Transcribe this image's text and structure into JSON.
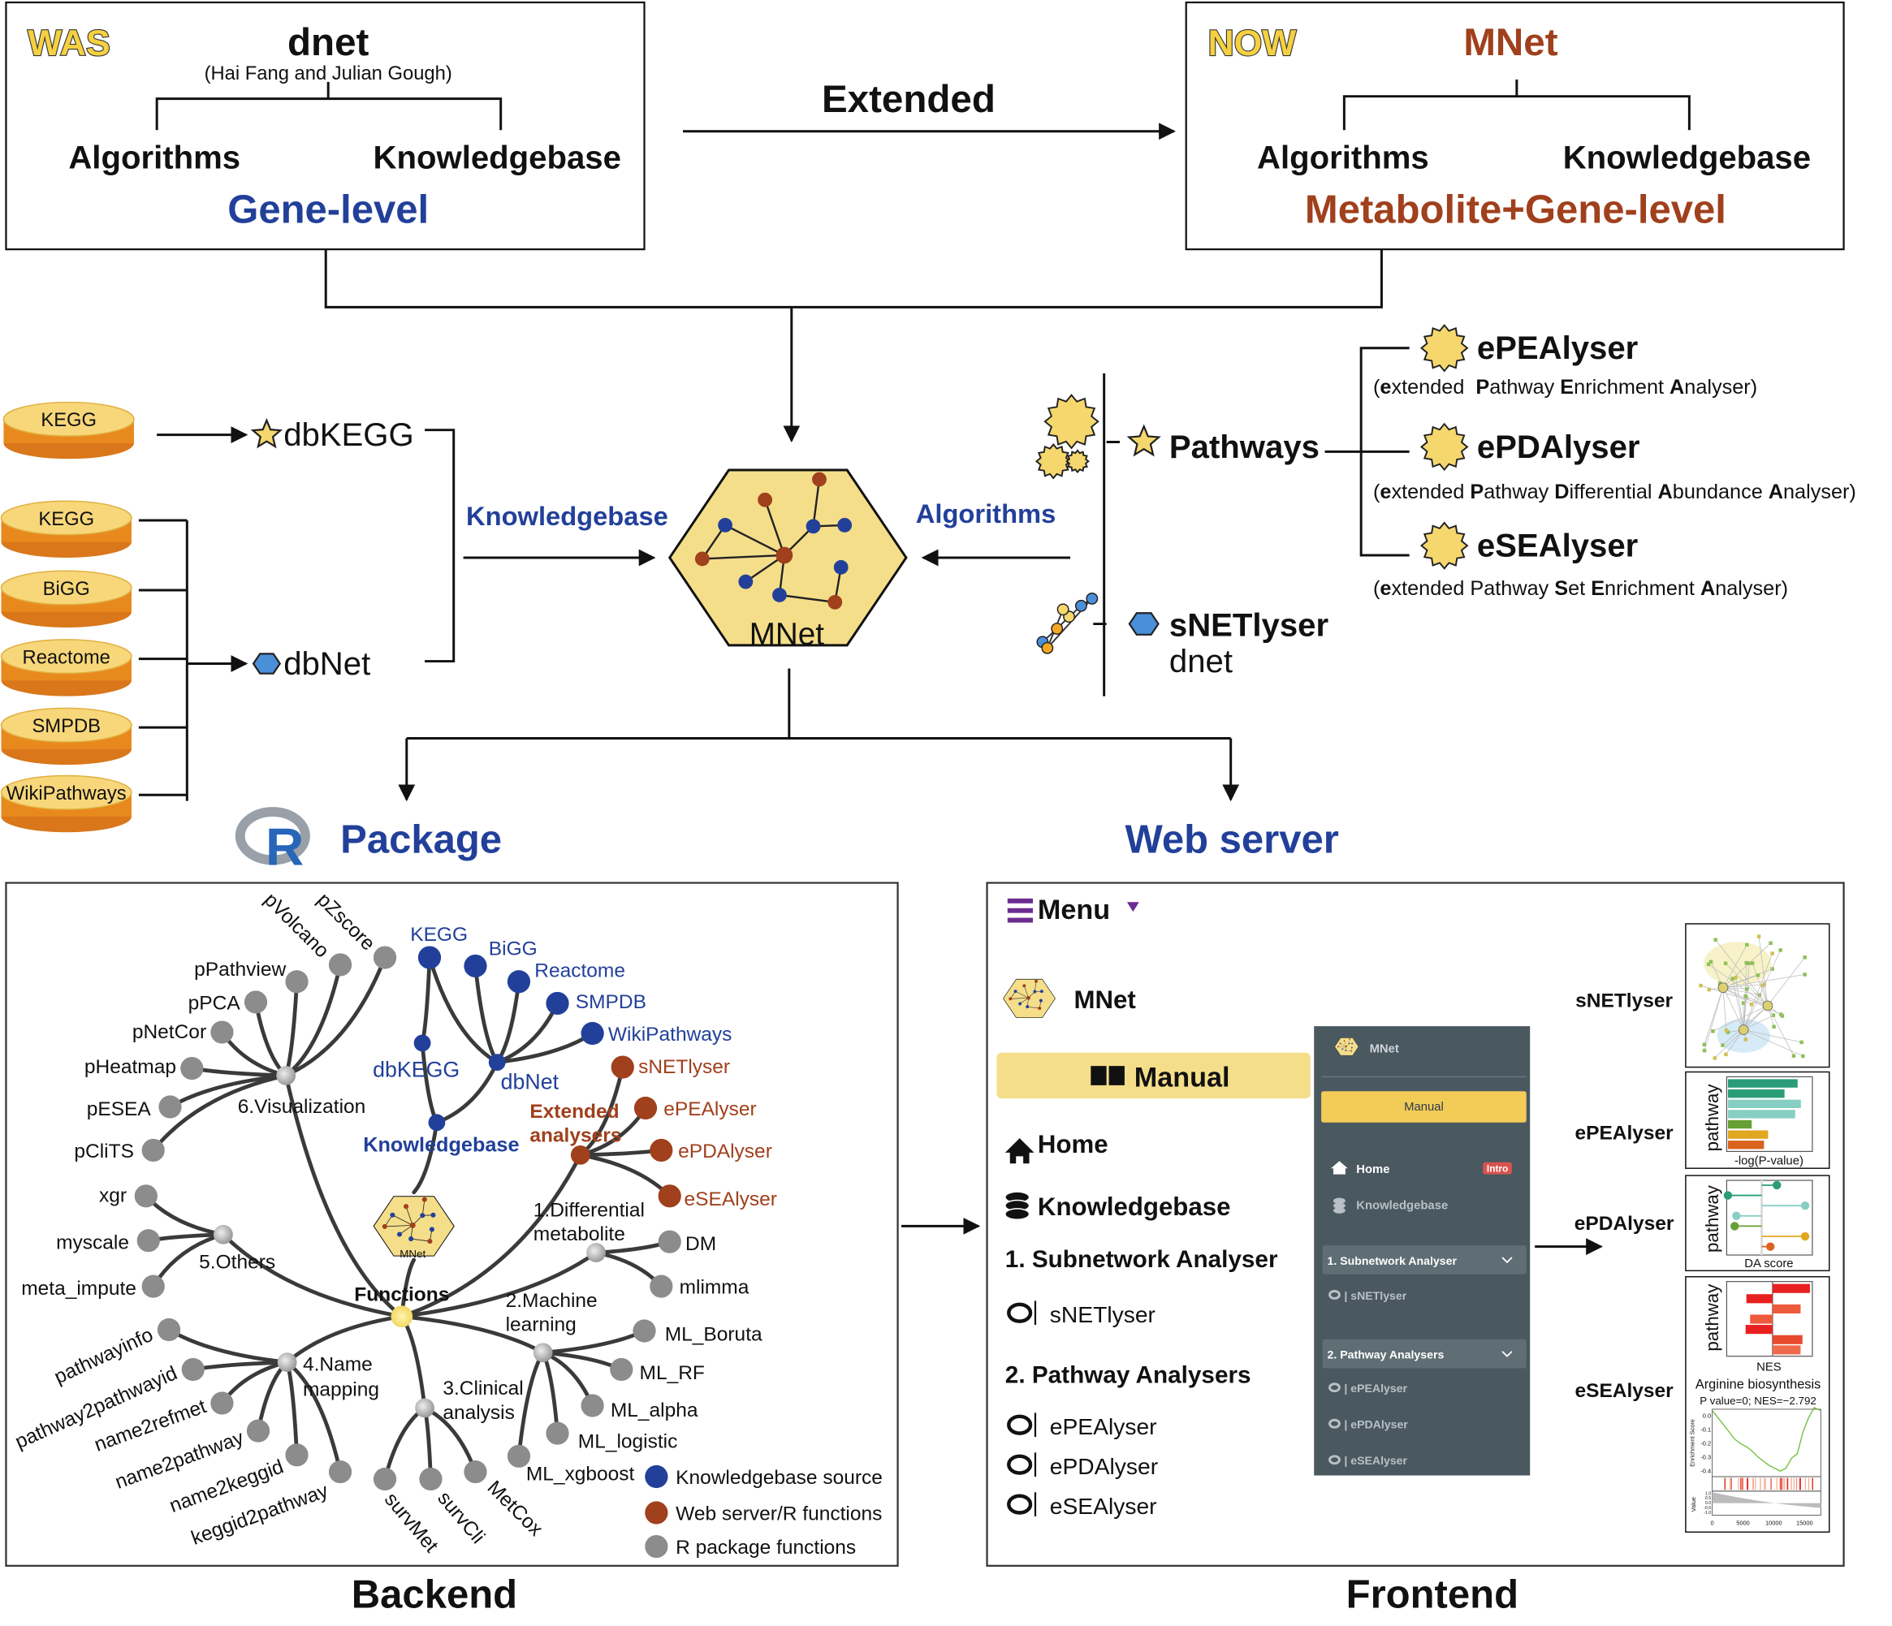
{
  "was": {
    "tag": "WAS",
    "title": "dnet",
    "authors": "(Hai Fang and Julian Gough)",
    "algorithms": "Algorithms",
    "knowledgebase": "Knowledgebase",
    "level": "Gene-level"
  },
  "now": {
    "tag": "NOW",
    "title": "MNet",
    "algorithms": "Algorithms",
    "knowledgebase": "Knowledgebase",
    "level": "Metabolite+Gene-level"
  },
  "extended_label": "Extended",
  "center": {
    "title": "MNet",
    "left_label": "Knowledgebase",
    "right_label": "Algorithms"
  },
  "sources": {
    "top": "KEGG",
    "list": [
      "KEGG",
      "BiGG",
      "Reactome",
      "SMPDB",
      "WikiPathways"
    ],
    "db_kegg": "dbKEGG",
    "db_net": "dbNet"
  },
  "algorithms": {
    "pathways": "Pathways",
    "subnet": "sNETlyser",
    "subnet_sub": "dnet",
    "analysers": [
      {
        "name": "ePEAlyser",
        "desc": [
          {
            "t": "(",
            "b": 0
          },
          {
            "t": "e",
            "b": 1
          },
          {
            "t": "xtended  ",
            "b": 0
          },
          {
            "t": "P",
            "b": 1
          },
          {
            "t": "athway ",
            "b": 0
          },
          {
            "t": "E",
            "b": 1
          },
          {
            "t": "nrichment ",
            "b": 0
          },
          {
            "t": "A",
            "b": 1
          },
          {
            "t": "nalyser)",
            "b": 0
          }
        ]
      },
      {
        "name": "ePDAlyser",
        "desc": [
          {
            "t": "(",
            "b": 0
          },
          {
            "t": "e",
            "b": 1
          },
          {
            "t": "xtended ",
            "b": 0
          },
          {
            "t": "P",
            "b": 1
          },
          {
            "t": "athway ",
            "b": 0
          },
          {
            "t": "D",
            "b": 1
          },
          {
            "t": "ifferential ",
            "b": 0
          },
          {
            "t": "A",
            "b": 1
          },
          {
            "t": "bundance ",
            "b": 0
          },
          {
            "t": "A",
            "b": 1
          },
          {
            "t": "nalyser)",
            "b": 0
          }
        ]
      },
      {
        "name": "eSEAlyser",
        "desc": [
          {
            "t": "(",
            "b": 0
          },
          {
            "t": "e",
            "b": 1
          },
          {
            "t": "xtended Pathway ",
            "b": 0
          },
          {
            "t": "S",
            "b": 1
          },
          {
            "t": "et ",
            "b": 0
          },
          {
            "t": "E",
            "b": 1
          },
          {
            "t": "nrichment ",
            "b": 0
          },
          {
            "t": "A",
            "b": 1
          },
          {
            "t": "nalyser)",
            "b": 0
          }
        ]
      }
    ]
  },
  "outputs": {
    "r_logo": "R",
    "package": "Package",
    "web_server": "Web server"
  },
  "backend": {
    "title": "Backend",
    "functions": "Functions",
    "logo": "MNet",
    "groups": {
      "visualization": {
        "label": [
          "6.Visualization"
        ],
        "items": [
          "pZscore",
          "pVolcano",
          "pPathview",
          "pPCA",
          "pNetCor",
          "pHeatmap",
          "pESEA",
          "pCliTS"
        ]
      },
      "others": {
        "label": [
          "5.Others"
        ],
        "items": [
          "xgr",
          "myscale",
          "meta_impute"
        ]
      },
      "name_mapping": {
        "label": [
          "4.Name",
          "mapping"
        ],
        "items": [
          "pathwayinfo",
          "pathway2pathwayid",
          "name2refmet",
          "name2pathway",
          "name2keggid",
          "keggid2pathway"
        ]
      },
      "clinical": {
        "label": [
          "3.Clinical",
          "analysis"
        ],
        "items": [
          "survMet",
          "survCli",
          "MetCox"
        ]
      },
      "machine_learning": {
        "label": [
          "2.Machine",
          "learning"
        ],
        "items": [
          "ML_Boruta",
          "ML_RF",
          "ML_alpha",
          "ML_logistic",
          "ML_xgboost"
        ]
      },
      "differential": {
        "label": [
          "1.Differential",
          "metabolite"
        ],
        "items": [
          "DM",
          "mlimma"
        ]
      },
      "extended": {
        "label": [
          "Extended",
          "analysers"
        ],
        "items": [
          "sNETlyser",
          "ePEAlyser",
          "ePDAlyser",
          "eSEAlyser"
        ]
      }
    },
    "knowledgebase": {
      "label": "Knowledgebase",
      "db": [
        "dbKEGG",
        "dbNet"
      ],
      "sources": [
        "KEGG",
        "BiGG",
        "Reactome",
        "SMPDB",
        "WikiPathways"
      ]
    },
    "legend": [
      "Knowledgebase source",
      "Web server/R functions",
      "R package functions"
    ]
  },
  "frontend": {
    "title": "Frontend",
    "menu": "Menu",
    "logo_title": "MNet",
    "logo_small": "MNet",
    "manual": "Manual",
    "home": "Home",
    "knowledgebase": "Knowledgebase",
    "section1": "1. Subnetwork Analyser",
    "section1_items": [
      "sNETlyser"
    ],
    "section2": "2. Pathway Analysers",
    "section2_items": [
      "ePEAlyser",
      "ePDAlyser",
      "eSEAlyser"
    ],
    "sidebar": {
      "title": "MNet",
      "manual": "Manual",
      "home": "Home",
      "badge": "Intro",
      "knowledgebase": "Knowledgebase",
      "section1": "1. Subnetwork Analyser",
      "section2": "2. Pathway Analysers",
      "items": [
        "| sNETlyser",
        "| ePEAlyser",
        "| ePDAlyser",
        "| eSEAlyser"
      ]
    },
    "result_labels": [
      "sNETlyser",
      "ePEAlyser",
      "ePDAlyser",
      "eSEAlyser"
    ],
    "plots": {
      "pea": {
        "ylabel": "pathway",
        "xlabel": "-log(P-value)",
        "values": [
          0.85,
          0.69,
          0.89,
          0.82,
          0.29,
          0.49,
          0.44
        ],
        "colors": [
          "#2a9d78",
          "#2a9d78",
          "#88cfc3",
          "#88cfc3",
          "#66a032",
          "#e0a820",
          "#d9631e"
        ]
      },
      "da": {
        "ylabel": "pathway",
        "xlabel": "DA score",
        "values": [
          0.35,
          -0.4,
          1.0,
          -0.3,
          -0.32,
          1.0,
          0.2
        ],
        "colors": [
          "#2a9d78",
          "#2a9d78",
          "#88cfc3",
          "#88cfc3",
          "#66a032",
          "#e0a820",
          "#d9631e"
        ]
      },
      "nes": {
        "ylabel": "pathway",
        "xlabel": "NES",
        "values": [
          1.0,
          -0.7,
          0.75,
          -0.6,
          -0.72,
          0.8,
          0.75
        ],
        "colors": [
          "#e8201f",
          "#e8201f",
          "#ee5a3c",
          "#ee5a3c",
          "#e8201f",
          "#e84a30",
          "#ee6a4c"
        ]
      },
      "gsea": {
        "title": "Arginine biosynthesis",
        "subtitle": "P value=0; NES=−2.792",
        "ylabel": "Enrichment Score",
        "y2label": "Value",
        "yticks": [
          "0.0",
          "-0.1",
          "-0.2",
          "-0.3",
          "-0.4"
        ],
        "y2ticks": [
          "1.0",
          "0.5",
          "0.0",
          "-0.5",
          "-1.0"
        ],
        "xticks": [
          "0",
          "5000",
          "10000",
          "15000"
        ]
      }
    }
  },
  "colors": {
    "blue": "#22409a",
    "brown": "#a0401c",
    "gold": "#f5de8a",
    "orange": "#e8891e",
    "gray_node": "#8c8c8c",
    "sidebar_bg": "#4a5860",
    "manual_yellow": "#f3cb57",
    "menu_purple": "#6b2c91"
  }
}
